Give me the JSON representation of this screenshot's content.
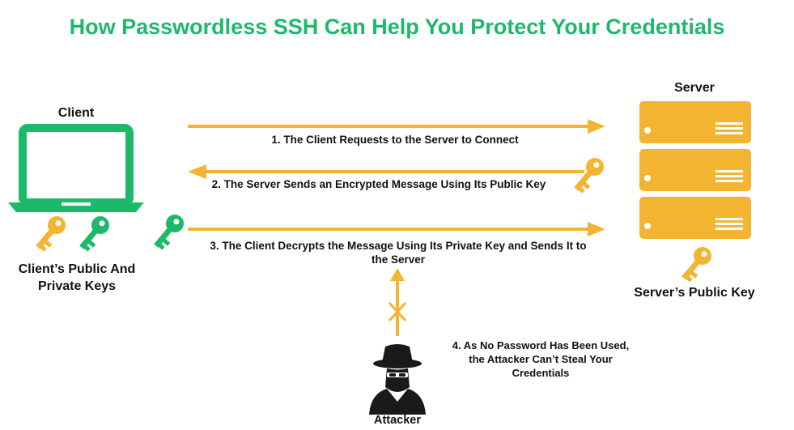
{
  "title": "How Passwordless SSH Can Help You Protect Your Credentials",
  "colors": {
    "accent_green": "#1db96a",
    "accent_orange": "#f3b431",
    "text": "#111111",
    "attacker": "#1a1a1a"
  },
  "client": {
    "label": "Client",
    "keys_label": "Client’s Public And Private Keys"
  },
  "server": {
    "label": "Server",
    "key_label": "Server’s Public Key"
  },
  "steps": [
    {
      "text": "1. The Client Requests to the Server to Connect"
    },
    {
      "text": "2. The Server Sends an Encrypted Message Using Its Public Key"
    },
    {
      "text": "3. The Client Decrypts the Message Using Its Private Key and Sends It to the Server"
    },
    {
      "text": "4. As No Password Has Been Used, the Attacker Can’t Steal Your Credentials"
    }
  ],
  "attacker": {
    "label": "Attacker"
  },
  "icons": [
    "laptop-icon",
    "key-icon",
    "server-icon",
    "attacker-icon",
    "blocked-arrow-icon"
  ]
}
